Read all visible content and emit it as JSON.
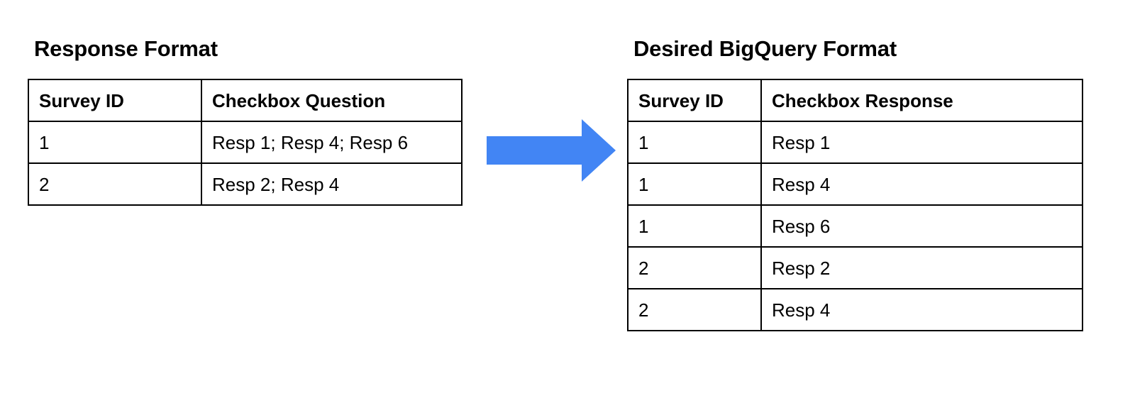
{
  "diagram": {
    "background_color": "#ffffff",
    "text_color": "#000000",
    "border_color": "#000000",
    "arrow": {
      "icon_name": "right-block-arrow-icon",
      "color": "#4285F4",
      "direction": "right",
      "meaning": "transforms into"
    }
  },
  "left_panel": {
    "title": "Response Format",
    "table": {
      "columns": [
        "Survey ID",
        "Checkbox Question"
      ],
      "rows": [
        [
          "1",
          "Resp 1; Resp 4; Resp 6"
        ],
        [
          "2",
          "Resp 2; Resp 4"
        ]
      ]
    }
  },
  "right_panel": {
    "title": "Desired BigQuery Format",
    "table": {
      "columns": [
        "Survey ID",
        "Checkbox Response"
      ],
      "rows": [
        [
          "1",
          "Resp 1"
        ],
        [
          "1",
          "Resp 4"
        ],
        [
          "1",
          "Resp 6"
        ],
        [
          "2",
          "Resp 2"
        ],
        [
          "2",
          "Resp 4"
        ]
      ]
    }
  }
}
